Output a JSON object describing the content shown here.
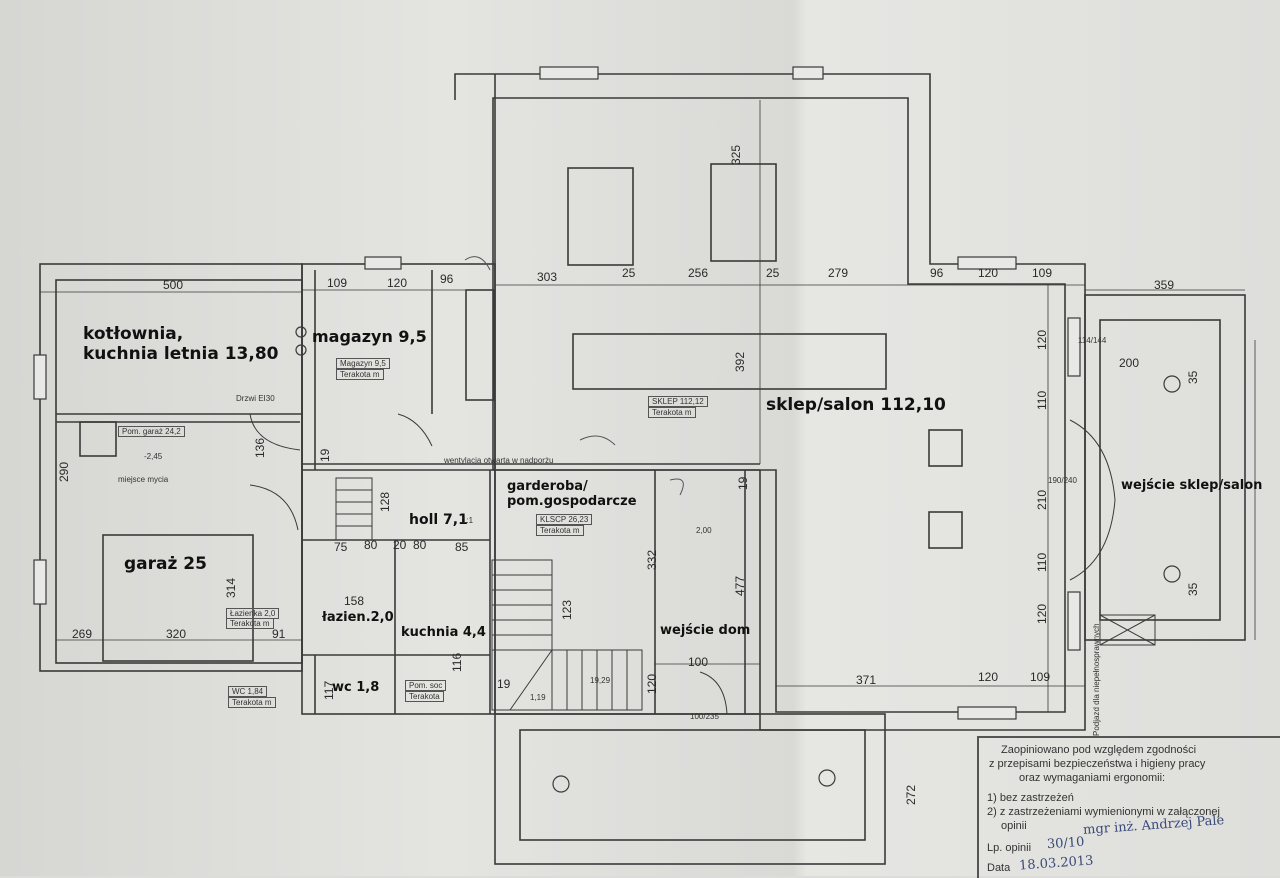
{
  "rooms": {
    "kotlownia_1": "kotłownia,",
    "kotlownia_2": "kuchnia letnia 13,80",
    "magazyn": "magazyn 9,5",
    "sklep": "sklep/salon 112,10",
    "garaz": "garaż 25",
    "holl": "holl 7,1",
    "garderoba_1": "garderoba/",
    "garderoba_2": "pom.gospodarcze",
    "lazienka": "łazien.2,0",
    "kuchnia": "kuchnia 4,4",
    "wejscie_dom": "wejście dom",
    "wc": "wc 1,8",
    "wejscie_sklep": "wejście sklep/salon"
  },
  "dimensions": {
    "d500": "500",
    "d109a": "109",
    "d120a": "120",
    "d96a": "96",
    "d303": "303",
    "d25a": "25",
    "d256": "256",
    "d25b": "25",
    "d279": "279",
    "d96b": "96",
    "d120b": "120",
    "d109b": "109",
    "d359": "359",
    "d200": "200",
    "d325": "325",
    "d392": "392",
    "d320": "320",
    "d269": "269",
    "d91": "91",
    "d314": "314",
    "d290": "290",
    "d136": "136",
    "d128": "128",
    "d19a": "19",
    "d19b": "19",
    "d75": "75",
    "d80a": "80",
    "d20": "20",
    "d80b": "80",
    "d85": "85",
    "d158": "158",
    "d332": "332",
    "d477": "477",
    "d123": "123",
    "d100": "100",
    "d371": "371",
    "d120c": "120",
    "d109c": "109",
    "d272": "272",
    "d110a": "110",
    "d110b": "110",
    "d120d": "120",
    "d120e": "120",
    "d35a": "35",
    "d35b": "35",
    "d210": "210",
    "d190": "190/240",
    "d114": "114/144",
    "d117": "117",
    "d116": "116",
    "d19c": "19",
    "d120f": "120",
    "d100b": "100/235"
  },
  "tags": {
    "magazyn_tag": "Magazyn  9,5",
    "magazyn_tag2": "Terakota  m",
    "sklep_tag": "SKLEP  112,12",
    "sklep_tag2": "Terakota  m",
    "garderoba_tag": "KLSCP  26,23",
    "garderoba_tag2": "Terakota  m",
    "went": "wentylacja otwarta w nadporżu",
    "drzwi": "Drzwi EI30",
    "lazienka_tag": "Łazienka  2,0",
    "lazienka_tag2": "Terakota  m",
    "wc_tag": "WC  1,84",
    "wc_tag2": "Terakota  m",
    "pom_tag": "Pom. soc",
    "pom_tag2": "Terakota",
    "podjazd": "Podjazd dla niepełnosprawnych",
    "garaz_tag": "Pom. garaż  24,2",
    "garaz_note": "miejsce mycia",
    "level": "2,00",
    "level2": "-2,45",
    "stairs": "1,19",
    "stairs2": "19,29",
    "grade": "1:1"
  },
  "stamp": {
    "line1": "Zaopiniowano pod względem zgodności",
    "line2": "z przepisami bezpieczeństwa i higieny pracy",
    "line3": "oraz wymaganiami ergonomii:",
    "line4": "1) bez zastrzeżeń",
    "line5": "2) z zastrzeżeniami wymienionymi w załączonej",
    "line6": "opinii",
    "line7": "Lp. opinii",
    "line8": "Data",
    "signature": "mgr inż. Andrzej Pale",
    "handwritten_no": "30/10",
    "handwritten_date": "18.03.2013"
  }
}
